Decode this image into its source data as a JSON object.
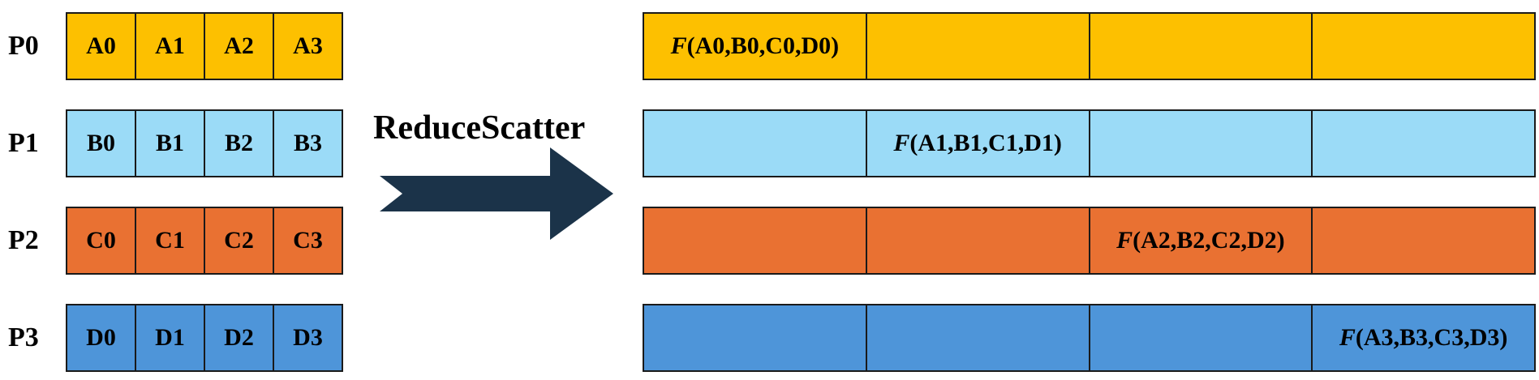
{
  "operation_label": "ReduceScatter",
  "colors": {
    "P0": "#FDC000",
    "P1": "#9BDBF7",
    "P2": "#E97132",
    "P3": "#4E95D9",
    "arrow": "#1B3349"
  },
  "processes": [
    {
      "label": "P0",
      "color_key": "P0",
      "inputs": [
        "A0",
        "A1",
        "A2",
        "A3"
      ],
      "output_index": 0,
      "output_func": "F",
      "output_args": "(A0,B0,C0,D0)"
    },
    {
      "label": "P1",
      "color_key": "P1",
      "inputs": [
        "B0",
        "B1",
        "B2",
        "B3"
      ],
      "output_index": 1,
      "output_func": "F",
      "output_args": "(A1,B1,C1,D1)"
    },
    {
      "label": "P2",
      "color_key": "P2",
      "inputs": [
        "C0",
        "C1",
        "C2",
        "C3"
      ],
      "output_index": 2,
      "output_func": "F",
      "output_args": "(A2,B2,C2,D2)"
    },
    {
      "label": "P3",
      "color_key": "P3",
      "inputs": [
        "D0",
        "D1",
        "D2",
        "D3"
      ],
      "output_index": 3,
      "output_func": "F",
      "output_args": "(A3,B3,C3,D3)"
    }
  ]
}
